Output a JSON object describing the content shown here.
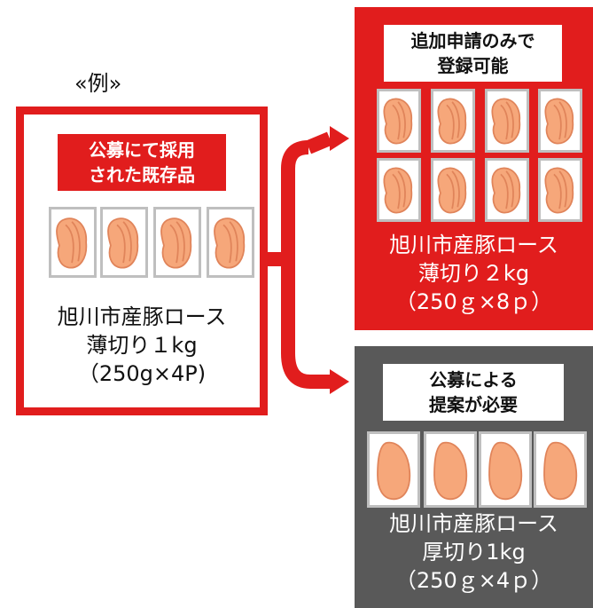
{
  "example_label": "«例»",
  "colors": {
    "accent_red": "#e11d1d",
    "panel_gray": "#595959",
    "meat": "#f6a77a"
  },
  "left_product": {
    "badge_lines": [
      "公募にて採用",
      "された既存品"
    ],
    "desc_lines": [
      "旭川市産豚ロース",
      "薄切り１kg",
      "（250g×4P)"
    ],
    "pack_count": 4,
    "pack_icon": "thin-sliced-pork-icon"
  },
  "top_right_product": {
    "badge_lines": [
      "追加申請のみで",
      "登録可能"
    ],
    "desc_lines": [
      "旭川市産豚ロース",
      "薄切り２kg",
      "（250ｇ×8ｐ）"
    ],
    "pack_count": 8,
    "pack_icon": "thin-sliced-pork-icon"
  },
  "bottom_right_product": {
    "badge_lines": [
      "公募による",
      "提案が必要"
    ],
    "desc_lines": [
      "旭川市産豚ロース",
      "厚切り1kg",
      "（250ｇ×4ｐ）"
    ],
    "pack_count": 4,
    "pack_icon": "thick-cut-pork-icon"
  }
}
